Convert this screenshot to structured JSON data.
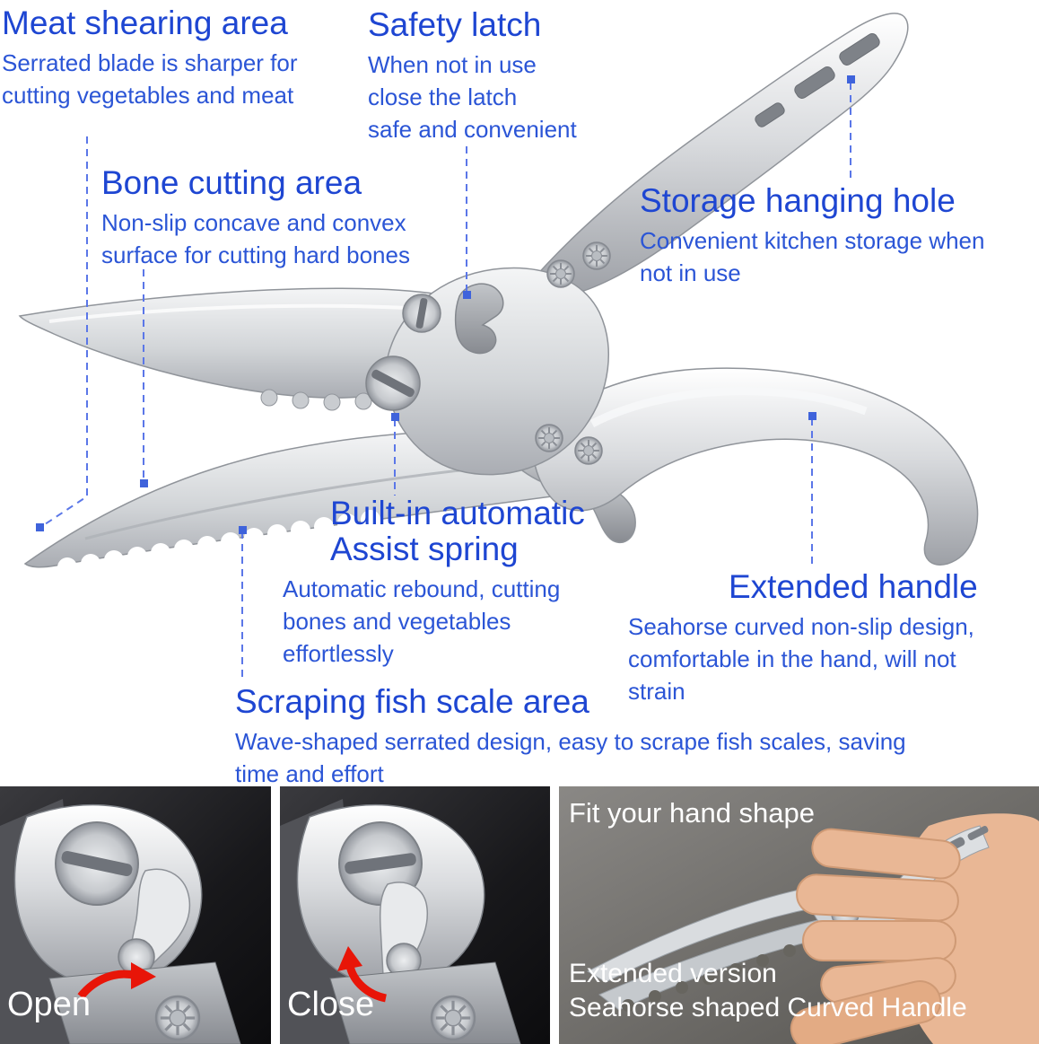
{
  "colors": {
    "heading_blue": "#1e46d2",
    "body_blue": "#2b55d6",
    "callout_line_blue": "#5b77e8",
    "arrow_red": "#e81508",
    "metal_silver": "#d2d5d8",
    "panel_text_white": "#ffffff"
  },
  "annotations": {
    "meat": {
      "title": "Meat shearing area",
      "desc": [
        "Serrated blade is sharper for",
        "cutting vegetables and meat"
      ]
    },
    "latch": {
      "title": "Safety latch",
      "desc": [
        "When not in use",
        "close the latch",
        "safe and convenient"
      ]
    },
    "storage": {
      "title": "Storage hanging hole",
      "desc": [
        "Convenient kitchen storage when",
        "not in use"
      ]
    },
    "bone": {
      "title": "Bone cutting area",
      "desc": [
        "Non-slip concave and convex",
        "surface for cutting hard bones"
      ]
    },
    "spring": {
      "title_line1": "Built-in automatic",
      "title_line2": "Assist spring",
      "desc": [
        "Automatic rebound, cutting",
        "bones and vegetables",
        "effortlessly"
      ]
    },
    "handle": {
      "title": "Extended handle",
      "desc": [
        "Seahorse curved non-slip design,",
        "comfortable in the hand, will not",
        "strain"
      ]
    },
    "fish": {
      "title": "Scraping fish scale area",
      "desc": [
        "Wave-shaped serrated design, easy to scrape fish scales, saving",
        "time and effort"
      ]
    }
  },
  "panels": {
    "open": {
      "label": "Open"
    },
    "close": {
      "label": "Close"
    },
    "hand": {
      "headline": "Fit your hand shape",
      "caption_line1": "Extended version",
      "caption_line2": "Seahorse shaped Curved Handle"
    }
  }
}
